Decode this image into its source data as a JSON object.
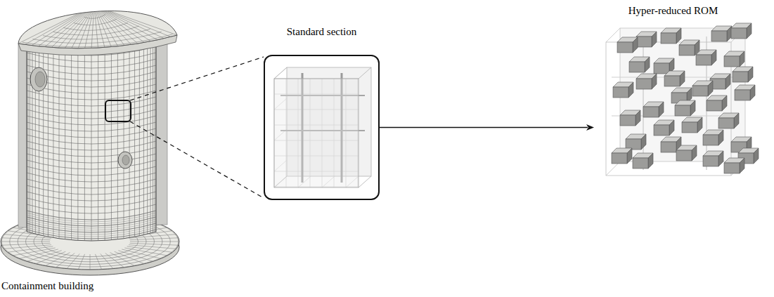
{
  "diagram": {
    "nodes": [
      {
        "text": [
          "Containment building"
        ]
      },
      {
        "text": [
          "Standard section"
        ]
      },
      {
        "text": [
          "Hyper-reduced ROM"
        ]
      }
    ],
    "edges": [
      {
        "from": 0,
        "to": 1,
        "arrow": "none"
      },
      {
        "from": 1,
        "to": 2,
        "arrow": "to"
      }
    ]
  }
}
